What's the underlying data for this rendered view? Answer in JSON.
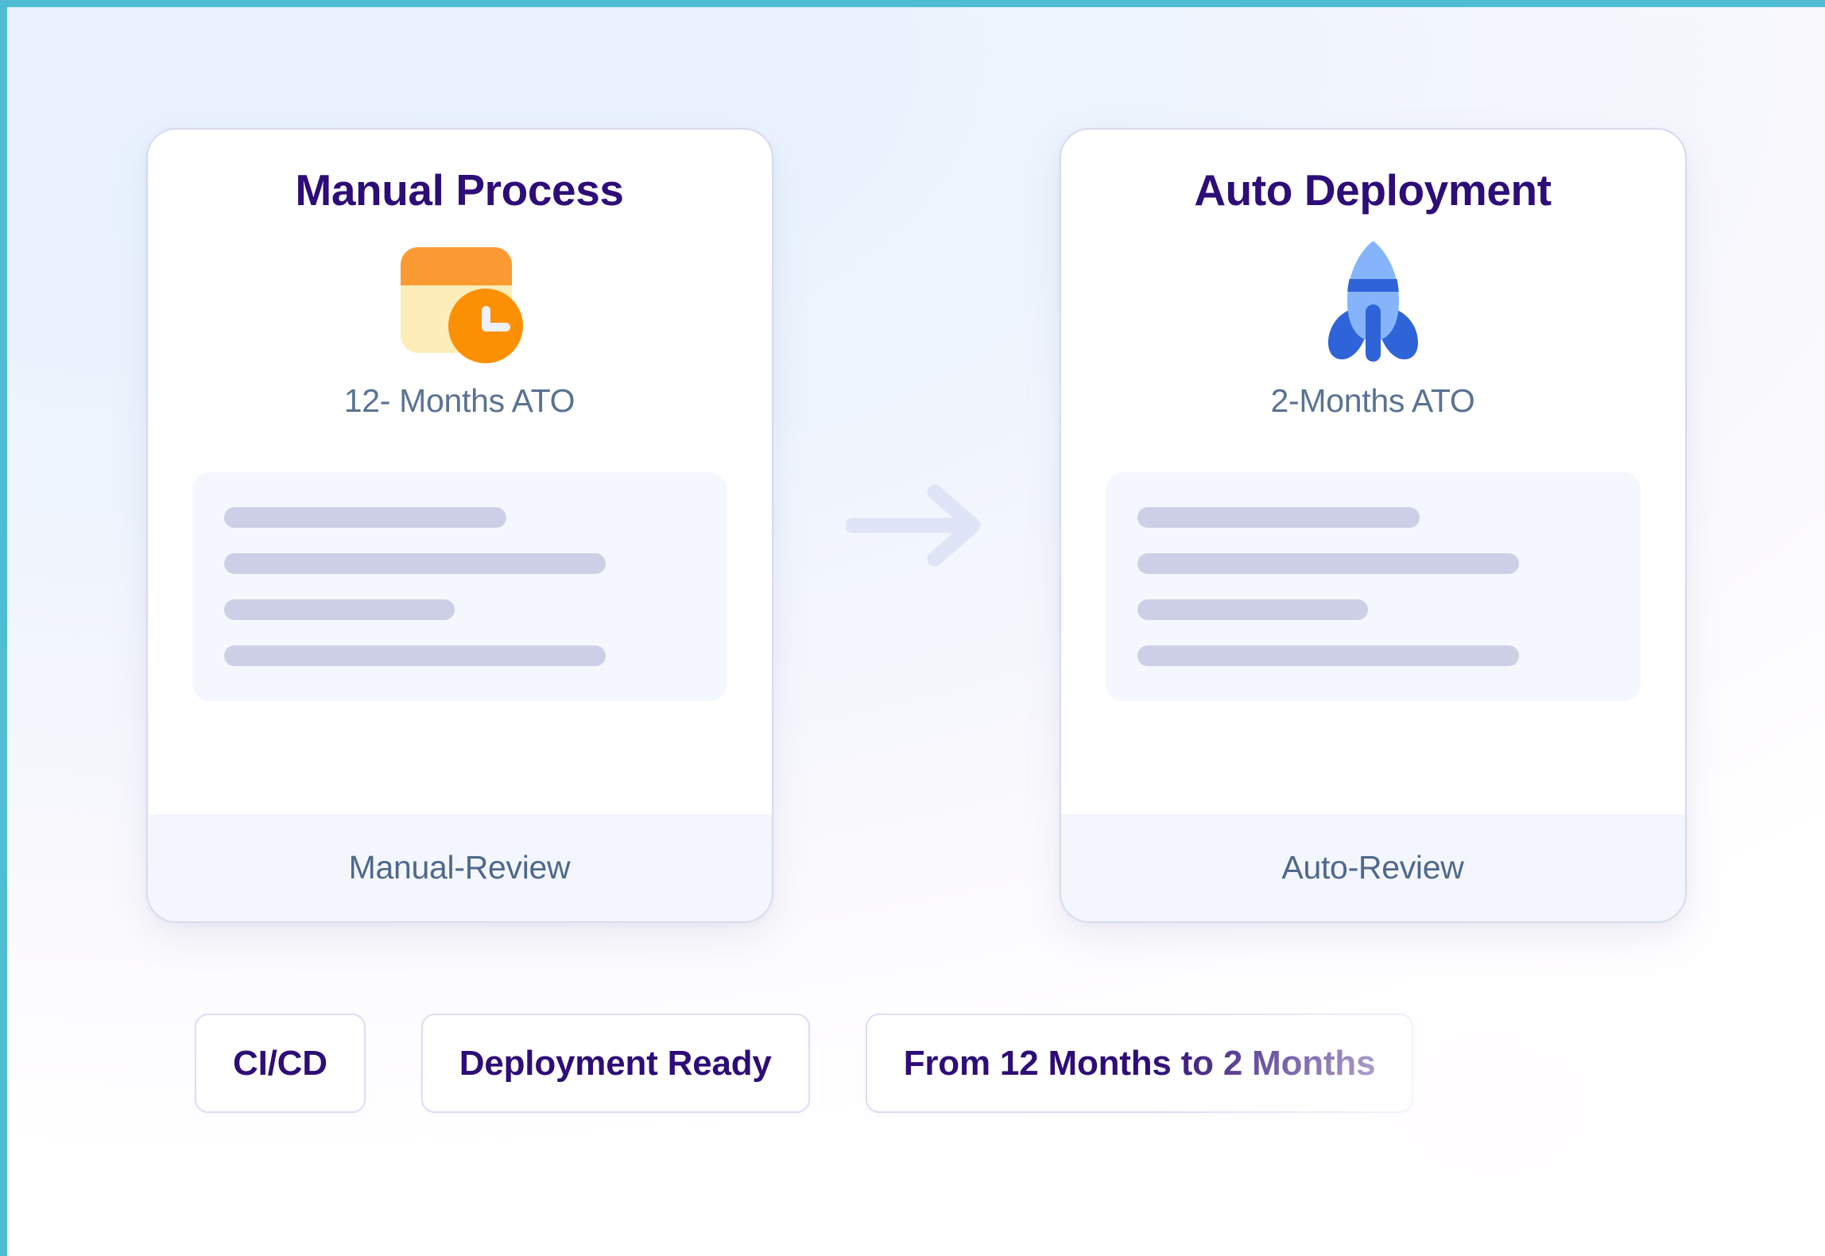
{
  "theme": {
    "accent_teal": "#4fbcd4",
    "title_purple": "#2d0d77",
    "muted_blue": "#5b7291",
    "skeleton_gray": "#cdcfe6",
    "panel_bg": "#f4f7fd",
    "arrow_color": "#dfe4f6",
    "calendar_orange": "#fb9a33",
    "calendar_cream": "#fdeeb9",
    "rocket_light": "#85b4fb",
    "rocket_dark": "#2f63d8"
  },
  "cards": [
    {
      "title": "Manual Process",
      "icon": "calendar-clock-icon",
      "subtitle": "12- Months ATO",
      "footer": "Manual-Review",
      "skeleton_widths": [
        "60%",
        "81%",
        "49%",
        "81%"
      ]
    },
    {
      "title": "Auto Deployment",
      "icon": "rocket-icon",
      "subtitle": "2-Months ATO",
      "footer": "Auto-Review",
      "skeleton_widths": [
        "60%",
        "81%",
        "49%",
        "81%"
      ]
    }
  ],
  "connector": {
    "icon": "arrow-right-icon"
  },
  "pills": [
    {
      "label": "CI/CD"
    },
    {
      "label": "Deployment Ready"
    },
    {
      "label": "From 12 Months to 2 Months"
    }
  ]
}
